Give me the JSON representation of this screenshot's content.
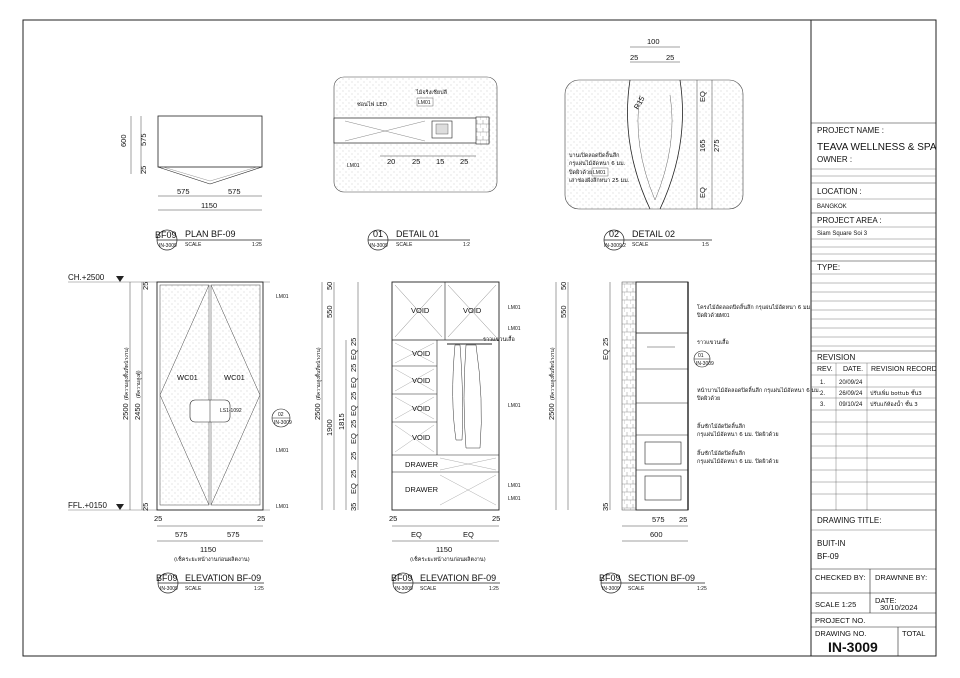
{
  "title_block": {
    "project_name_label": "PROJECT NAME :",
    "project_name": "TEAVA WELLNESS & SPA",
    "owner_label": "OWNER :",
    "location_label": "LOCATION :",
    "location": "BANGKOK",
    "project_area_label": "PROJECT AREA :",
    "project_area": "Siam Square Soi 3",
    "type_label": "TYPE:",
    "revision_label": "REVISION",
    "revision_headers": [
      "REV.",
      "DATE.",
      "REVISION RECORD"
    ],
    "revisions": [
      {
        "rev": "1.",
        "date": "20/09/24",
        "record": ""
      },
      {
        "rev": "2.",
        "date": "26/09/24",
        "record": "ปรับเพิ่ม bottub ชั้น3"
      },
      {
        "rev": "3.",
        "date": "09/10/24",
        "record": "ปรับแก้ห้องน้ำ ชั้น 3"
      }
    ],
    "drawing_title_label": "DRAWING TITLE:",
    "drawing_title_line1": "BUIT-IN",
    "drawing_title_line2": "BF-09",
    "checked_by_label": "CHECKED BY:",
    "drawn_by_label": "DRAWNNE BY:",
    "scale_label": "SCALE 1:25",
    "date_label": "DATE:",
    "date_value": "30/10/2024",
    "project_no_label": "PROJECT NO.",
    "drawing_no_label": "DRAWING NO.",
    "total_label": "TOTAL",
    "drawing_no": "IN-3009"
  },
  "views": {
    "plan": {
      "tag": "BF09",
      "ref": "IN-3009",
      "title": "PLAN BF-09",
      "scale_label": "SCALE",
      "scale": "1:25"
    },
    "detail01": {
      "tag": "01",
      "ref": "IN-3009",
      "title": "DETAIL 01",
      "scale_label": "SCALE",
      "scale": "1:2"
    },
    "detail02": {
      "tag": "02",
      "ref": "IN-3009.2",
      "title": "DETAIL 02",
      "scale_label": "SCALE",
      "scale": "1:5"
    },
    "elev1": {
      "tag": "BF09",
      "ref": "IN-3009",
      "title": "ELEVATION BF-09",
      "scale_label": "SCALE",
      "scale": "1:25"
    },
    "elev2": {
      "tag": "BF09",
      "ref": "IN-3009",
      "title": "ELEVATION BF-09",
      "scale_label": "SCALE",
      "scale": "1:25"
    },
    "section": {
      "tag": "BF09",
      "ref": "IN-3009",
      "title": "SECTION BF-09",
      "scale_label": "SCALE",
      "scale": "1:25"
    }
  },
  "plan_dims": {
    "d600": "600",
    "d575": "575",
    "d25": "25",
    "w575a": "575",
    "w575b": "575",
    "w1150": "1150"
  },
  "detail01_notes": {
    "wood": "ไม้จริงเชียปลี",
    "led": "ซ่อนไฟ LED",
    "lm01a": "LM01",
    "lm01b": "LM01",
    "d20": "20",
    "d25a": "25",
    "d15": "15",
    "d25b": "25"
  },
  "detail02_notes": {
    "d100": "100",
    "d25a": "25",
    "d25b": "25",
    "r": "R15",
    "eq1": "EQ",
    "d165": "165",
    "d275": "275",
    "eq2": "EQ",
    "note1": "บานเปิดลอดปิดลิ้นลึก",
    "note2": "กรุแผ่นไม้อัดหนา 6 มม.",
    "note3": "ปิดผิวด้วย",
    "note3b": "LM01",
    "note4": "เสาช่องฝังลึกหนา 25 มม."
  },
  "levels": {
    "ch": "CH.+2500",
    "ffl": "FFL.+0150"
  },
  "elev1": {
    "wc1": "WC01",
    "wc2": "WC01",
    "lm01": [
      "LM01",
      "LM01",
      "LM01"
    ],
    "handle": "02",
    "handle_ref": "IN-3009",
    "handle_note": "LS1-1092",
    "d25t": "25",
    "d2500": "2500",
    "d2500note": "(ดีความสูงพื้นที่หน้างาน)",
    "d2450": "2450",
    "d2450note": "(ดีความสูงตู้)",
    "d25b": "25",
    "w25a": "25",
    "w575a": "575",
    "w575b": "575",
    "w25b": "25",
    "w1150": "1150",
    "wnote": "(เช็คระยะหน้างานก่อนผลิตงาน)"
  },
  "elev2": {
    "void": [
      "VOID",
      "VOID",
      "VOID",
      "VOID",
      "VOID",
      "VOID"
    ],
    "drawer1": "DRAWER",
    "drawer2": "DRAWER",
    "rail": "ราวแขวนเสื้อ",
    "lm01": [
      "LM01",
      "LM01",
      "LM01",
      "LM01",
      "LM01"
    ],
    "d50": "50",
    "d550": "550",
    "d25": [
      "25",
      "25",
      "25",
      "25",
      "25",
      "25"
    ],
    "eq": [
      "EQ",
      "EQ",
      "EQ",
      "EQ",
      "EQ"
    ],
    "d1815": "1815",
    "d2500": "2500",
    "d2500note": "(ดีความสูงพื้นที่หน้างาน)",
    "d1900": "1900",
    "d35": "35",
    "w25a": "25",
    "weq1": "EQ",
    "weq2": "EQ",
    "w25b": "25",
    "w1150": "1150",
    "wnote": "(เช็คระยะหน้างานก่อนผลิตงาน)"
  },
  "section": {
    "n1": "โครงไม้อัดลอดปิดลิ้นลึก กรุแผ่นไม้อัดหนา 6 มม.",
    "n1b": "ปิดผิวด้วย",
    "lm": "LM01",
    "rail": "ราวแขวนเสื้อ",
    "ref": "01",
    "ref2": "IN-3009",
    "n2": "หน้าบานไม้อัดลอดปิดลิ้นลึก กรุแผ่นไม้อัดหนา 6 มม.",
    "n2b": "ปิดผิวด้วย",
    "n3": "ลิ้นชักไม้อัดปิดลิ้นลึก",
    "n3b": "กรุแผ่นไม้อัดหนา 6 มม. ปิดผิวด้วย",
    "n4": "ลิ้นชักไม้อัดปิดลิ้นลึก",
    "n4b": "กรุแผ่นไม้อัดหนา 6 มม. ปิดผิวด้วย",
    "d50": "50",
    "d550": "550",
    "d25": "25",
    "eq": "EQ",
    "d2500": "2500",
    "d2500note": "(ดีความสูงพื้นที่หน้างาน)",
    "d35": "35",
    "w575": "575",
    "w25": "25",
    "w600": "600"
  },
  "colors": {
    "line": "#222222",
    "thin": "#555555",
    "hatch": "#888888",
    "bg": "#ffffff"
  }
}
